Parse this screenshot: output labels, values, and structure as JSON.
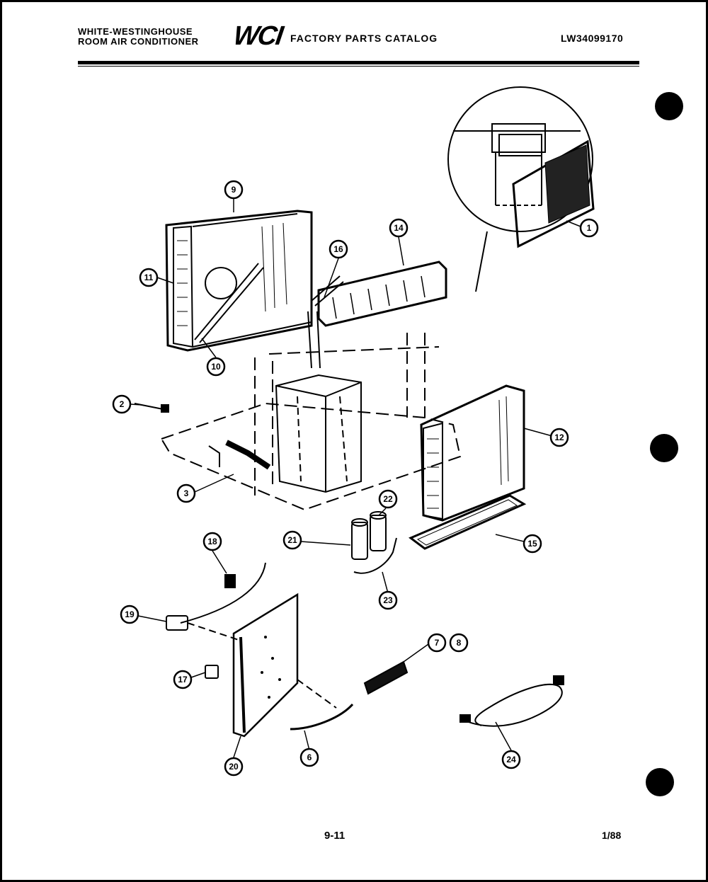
{
  "header": {
    "brand_line1": "WHITE-WESTINGHOUSE",
    "brand_line2": "ROOM AIR CONDITIONER",
    "logo": "WCI",
    "catalog_title": "FACTORY PARTS CATALOG",
    "model": "LW34099170"
  },
  "footer": {
    "page_number": "9-11",
    "date": "1/88"
  },
  "callouts": [
    "9",
    "11",
    "10",
    "16",
    "14",
    "1",
    "2",
    "3",
    "12",
    "22",
    "21",
    "15",
    "23",
    "18",
    "19",
    "7",
    "8",
    "17",
    "20",
    "6",
    "24"
  ],
  "icons": [
    "binder-hole-icon"
  ]
}
